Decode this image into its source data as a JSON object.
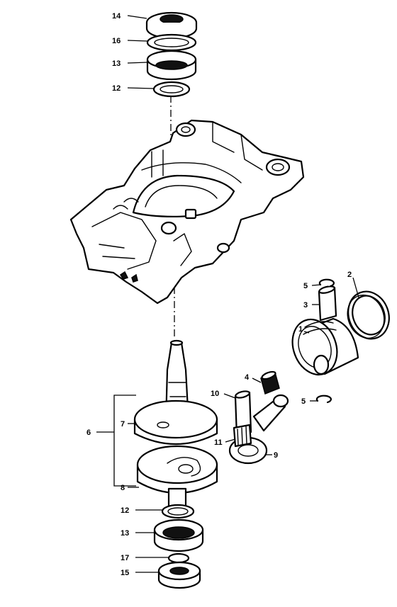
{
  "callouts": {
    "c1": "1",
    "c2": "2",
    "c3": "3",
    "c4": "4",
    "c5a": "5",
    "c5b": "5",
    "c6": "6",
    "c7": "7",
    "c8": "8",
    "c9": "9",
    "c10": "10",
    "c11": "11",
    "c12a": "12",
    "c12b": "12",
    "c13a": "13",
    "c13b": "13",
    "c14": "14",
    "c15": "15",
    "c16": "16",
    "c17": "17"
  },
  "colors": {
    "line": "#000000",
    "background": "#ffffff"
  }
}
